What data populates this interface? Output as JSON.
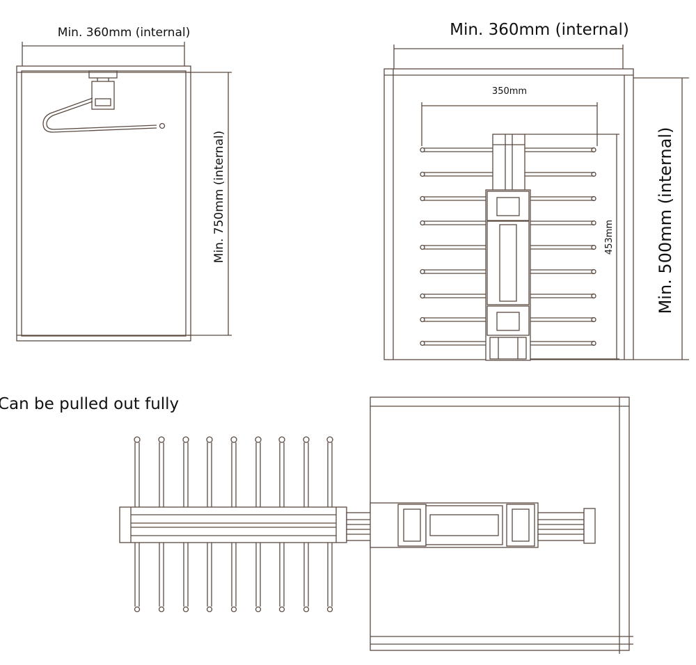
{
  "front_view": {
    "width_label": "Min. 360mm  (internal)",
    "height_label": "Min. 750mm  (internal)"
  },
  "top_view": {
    "width_label": "Min. 360mm (internal)",
    "rack_width_label": "350mm",
    "rail_length_label": "453mm",
    "depth_label": "Min. 500mm (internal)"
  },
  "extended_view": {
    "caption": "Can be pulled out fully"
  },
  "colors": {
    "line": "#5a4a40",
    "text": "#111111"
  }
}
